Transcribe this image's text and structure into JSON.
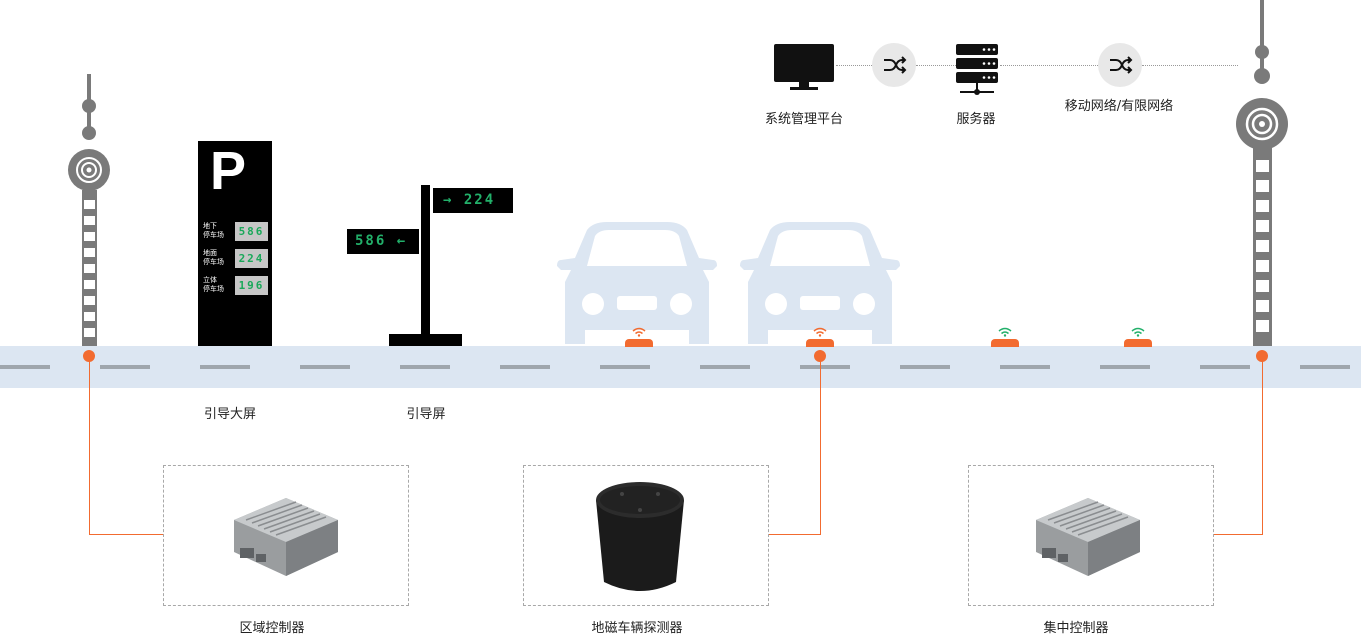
{
  "network": {
    "platform_label": "系统管理平台",
    "server_label": "服务器",
    "network_label": "移动网络/有限网络",
    "shuffle_icon": "shuffle-icon",
    "monitor_icon": "monitor-icon",
    "server_icon": "server-icon"
  },
  "big_screen": {
    "letter": "P",
    "label": "引导大屏",
    "lots": [
      {
        "name": "地下\n停车场",
        "value": "586"
      },
      {
        "name": "地面\n停车场",
        "value": "224"
      },
      {
        "name": "立体\n停车场",
        "value": "196"
      }
    ]
  },
  "guide_screen": {
    "label": "引导屏",
    "right_sign": "→ 224",
    "left_sign": "586 ←"
  },
  "devices": {
    "zone_controller": "区域控制器",
    "detector": "地磁车辆探测器",
    "central_controller": "集中控制器"
  },
  "colors": {
    "accent": "#f26b30",
    "road": "#dce6f2",
    "car": "#dce6f2",
    "led_green": "#22b06a",
    "tower": "#7a7a7a"
  }
}
